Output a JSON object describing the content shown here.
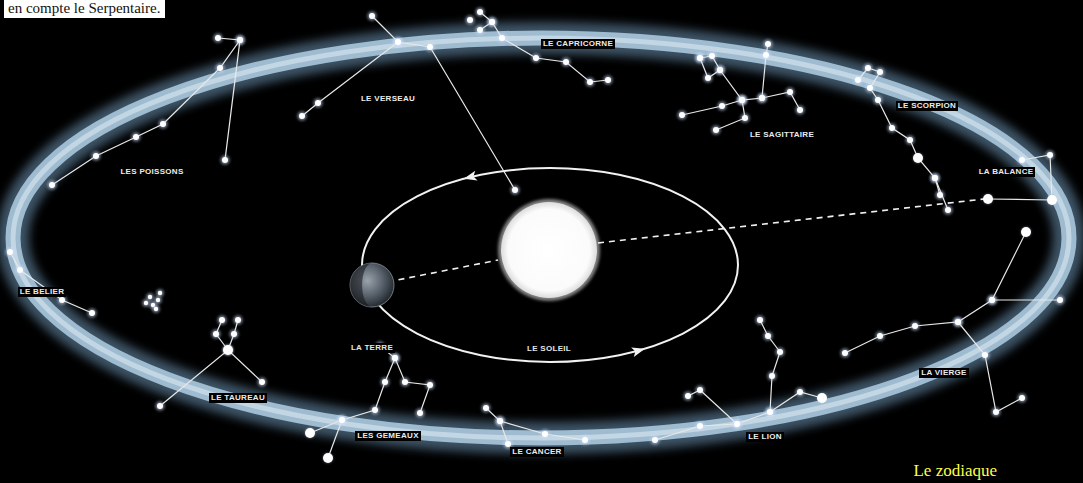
{
  "diagram": {
    "caption": "Le zodiaque",
    "nodes": [
      {
        "text": [
          "LA TERRE"
        ]
      },
      {
        "text": [
          "LE SOLEIL"
        ]
      }
    ],
    "edges": [
      {
        "from": 0,
        "to": 1,
        "arrow": "none"
      }
    ],
    "labels": [
      "en compte le Serpentaire.",
      "LE CAPRICORNE",
      "LE VERSEAU",
      "LES POISSONS",
      "LE SAGITTAIRE",
      "LE SCORPION",
      "LA BALANCE",
      "LE BELIER",
      "LE TAUREAU",
      "LES GEMEAUX",
      "LE CANCER",
      "LE LION",
      "LA VIERGE"
    ]
  }
}
